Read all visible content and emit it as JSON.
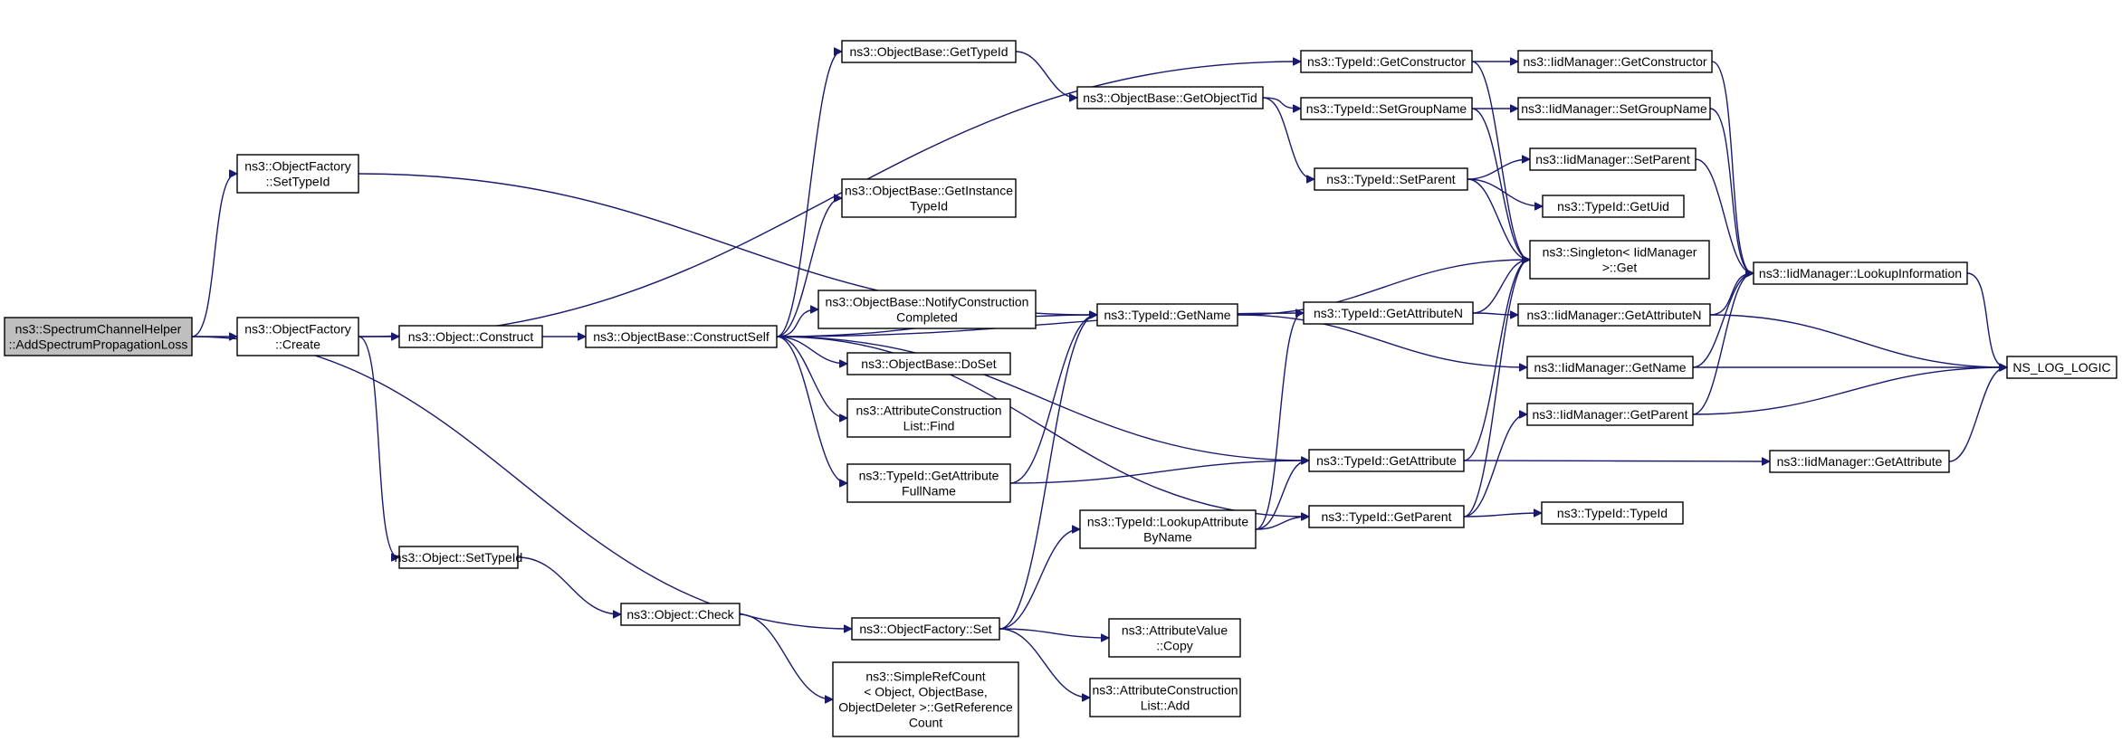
{
  "graph": {
    "edge_color": "#191970",
    "root_fill": "#bfbfbf",
    "nodes": [
      {
        "id": "root",
        "lines": [
          "ns3::SpectrumChannelHelper",
          "::AddSpectrumPropagationLoss"
        ]
      },
      {
        "id": "ofSetTypeId",
        "lines": [
          "ns3::ObjectFactory",
          "::SetTypeId"
        ]
      },
      {
        "id": "ofCreate",
        "lines": [
          "ns3::ObjectFactory",
          "::Create"
        ]
      },
      {
        "id": "objConstruct",
        "lines": [
          "ns3::Object::Construct"
        ]
      },
      {
        "id": "objSetTypeId",
        "lines": [
          "ns3::Object::SetTypeId"
        ]
      },
      {
        "id": "objCheck",
        "lines": [
          "ns3::Object::Check"
        ]
      },
      {
        "id": "srcGetRef",
        "lines": [
          "ns3::SimpleRefCount",
          "< Object, ObjectBase,",
          "ObjectDeleter >::GetReference",
          "Count"
        ]
      },
      {
        "id": "ofSet",
        "lines": [
          "ns3::ObjectFactory::Set"
        ]
      },
      {
        "id": "obConstructSelf",
        "lines": [
          "ns3::ObjectBase::ConstructSelf"
        ]
      },
      {
        "id": "obGetTypeId",
        "lines": [
          "ns3::ObjectBase::GetTypeId"
        ]
      },
      {
        "id": "obGetInstance",
        "lines": [
          "ns3::ObjectBase::GetInstance",
          "TypeId"
        ]
      },
      {
        "id": "obNotify",
        "lines": [
          "ns3::ObjectBase::NotifyConstruction",
          "Completed"
        ]
      },
      {
        "id": "obDoSet",
        "lines": [
          "ns3::ObjectBase::DoSet"
        ]
      },
      {
        "id": "aclFind",
        "lines": [
          "ns3::AttributeConstruction",
          "List::Find"
        ]
      },
      {
        "id": "tidGetAttrFull",
        "lines": [
          "ns3::TypeId::GetAttribute",
          "FullName"
        ]
      },
      {
        "id": "obGetObjectTid",
        "lines": [
          "ns3::ObjectBase::GetObjectTid"
        ]
      },
      {
        "id": "tidGetName",
        "lines": [
          "ns3::TypeId::GetName"
        ]
      },
      {
        "id": "tidLookupAttr",
        "lines": [
          "ns3::TypeId::LookupAttribute",
          "ByName"
        ]
      },
      {
        "id": "avCopy",
        "lines": [
          "ns3::AttributeValue",
          "::Copy"
        ]
      },
      {
        "id": "aclAdd",
        "lines": [
          "ns3::AttributeConstruction",
          "List::Add"
        ]
      },
      {
        "id": "tidGetConstructor",
        "lines": [
          "ns3::TypeId::GetConstructor"
        ]
      },
      {
        "id": "tidSetGroupName",
        "lines": [
          "ns3::TypeId::SetGroupName"
        ]
      },
      {
        "id": "tidSetParent",
        "lines": [
          "ns3::TypeId::SetParent"
        ]
      },
      {
        "id": "tidGetAttributeN",
        "lines": [
          "ns3::TypeId::GetAttributeN"
        ]
      },
      {
        "id": "tidGetAttribute",
        "lines": [
          "ns3::TypeId::GetAttribute"
        ]
      },
      {
        "id": "tidGetParent",
        "lines": [
          "ns3::TypeId::GetParent"
        ]
      },
      {
        "id": "iidGetConstructor",
        "lines": [
          "ns3::IidManager::GetConstructor"
        ]
      },
      {
        "id": "iidSetGroupName",
        "lines": [
          "ns3::IidManager::SetGroupName"
        ]
      },
      {
        "id": "iidSetParent",
        "lines": [
          "ns3::IidManager::SetParent"
        ]
      },
      {
        "id": "tidGetUid",
        "lines": [
          "ns3::TypeId::GetUid"
        ]
      },
      {
        "id": "singletonGet",
        "lines": [
          "ns3::Singleton< IidManager",
          ">::Get"
        ]
      },
      {
        "id": "iidGetAttributeN",
        "lines": [
          "ns3::IidManager::GetAttributeN"
        ]
      },
      {
        "id": "iidGetName",
        "lines": [
          "ns3::IidManager::GetName"
        ]
      },
      {
        "id": "iidGetParent",
        "lines": [
          "ns3::IidManager::GetParent"
        ]
      },
      {
        "id": "tidTypeId",
        "lines": [
          "ns3::TypeId::TypeId"
        ]
      },
      {
        "id": "iidLookupInfo",
        "lines": [
          "ns3::IidManager::LookupInformation"
        ]
      },
      {
        "id": "iidGetAttribute",
        "lines": [
          "ns3::IidManager::GetAttribute"
        ]
      },
      {
        "id": "nsLogLogic",
        "lines": [
          "NS_LOG_LOGIC"
        ]
      }
    ],
    "edges": [
      [
        "root",
        "ofSetTypeId"
      ],
      [
        "root",
        "ofCreate"
      ],
      [
        "root",
        "ofSet"
      ],
      [
        "ofSetTypeId",
        "tidGetName"
      ],
      [
        "ofCreate",
        "objConstruct"
      ],
      [
        "ofCreate",
        "objSetTypeId"
      ],
      [
        "ofCreate",
        "tidGetConstructor"
      ],
      [
        "objConstruct",
        "obConstructSelf"
      ],
      [
        "objSetTypeId",
        "objCheck"
      ],
      [
        "objCheck",
        "srcGetRef"
      ],
      [
        "ofSet",
        "tidGetName"
      ],
      [
        "ofSet",
        "tidLookupAttr"
      ],
      [
        "ofSet",
        "avCopy"
      ],
      [
        "ofSet",
        "aclAdd"
      ],
      [
        "obConstructSelf",
        "obGetTypeId"
      ],
      [
        "obConstructSelf",
        "obGetInstance"
      ],
      [
        "obConstructSelf",
        "obNotify"
      ],
      [
        "obConstructSelf",
        "obDoSet"
      ],
      [
        "obConstructSelf",
        "aclFind"
      ],
      [
        "obConstructSelf",
        "tidGetAttrFull"
      ],
      [
        "obConstructSelf",
        "tidGetName"
      ],
      [
        "obConstructSelf",
        "tidGetAttributeN"
      ],
      [
        "obConstructSelf",
        "tidGetAttribute"
      ],
      [
        "obConstructSelf",
        "tidGetParent"
      ],
      [
        "obGetTypeId",
        "obGetObjectTid"
      ],
      [
        "obGetObjectTid",
        "tidSetGroupName"
      ],
      [
        "obGetObjectTid",
        "tidSetParent"
      ],
      [
        "tidGetAttrFull",
        "tidGetName"
      ],
      [
        "tidGetAttrFull",
        "tidGetAttribute"
      ],
      [
        "tidGetName",
        "singletonGet"
      ],
      [
        "tidGetName",
        "iidGetName"
      ],
      [
        "tidLookupAttr",
        "tidGetAttributeN"
      ],
      [
        "tidLookupAttr",
        "tidGetAttribute"
      ],
      [
        "tidLookupAttr",
        "tidGetParent"
      ],
      [
        "tidGetConstructor",
        "iidGetConstructor"
      ],
      [
        "tidGetConstructor",
        "singletonGet"
      ],
      [
        "tidSetGroupName",
        "iidSetGroupName"
      ],
      [
        "tidSetGroupName",
        "singletonGet"
      ],
      [
        "tidSetParent",
        "iidSetParent"
      ],
      [
        "tidSetParent",
        "tidGetUid"
      ],
      [
        "tidSetParent",
        "singletonGet"
      ],
      [
        "tidGetAttributeN",
        "singletonGet"
      ],
      [
        "tidGetAttributeN",
        "iidGetAttributeN"
      ],
      [
        "tidGetAttribute",
        "singletonGet"
      ],
      [
        "tidGetAttribute",
        "iidGetAttribute"
      ],
      [
        "tidGetParent",
        "singletonGet"
      ],
      [
        "tidGetParent",
        "iidGetParent"
      ],
      [
        "tidGetParent",
        "tidTypeId"
      ],
      [
        "iidGetConstructor",
        "iidLookupInfo"
      ],
      [
        "iidSetGroupName",
        "iidLookupInfo"
      ],
      [
        "iidSetParent",
        "iidLookupInfo"
      ],
      [
        "iidGetAttributeN",
        "iidLookupInfo"
      ],
      [
        "iidGetAttributeN",
        "nsLogLogic"
      ],
      [
        "iidGetName",
        "iidLookupInfo"
      ],
      [
        "iidGetName",
        "nsLogLogic"
      ],
      [
        "iidGetParent",
        "iidLookupInfo"
      ],
      [
        "iidGetParent",
        "nsLogLogic"
      ],
      [
        "iidGetAttribute",
        "nsLogLogic"
      ],
      [
        "iidLookupInfo",
        "nsLogLogic"
      ]
    ]
  }
}
